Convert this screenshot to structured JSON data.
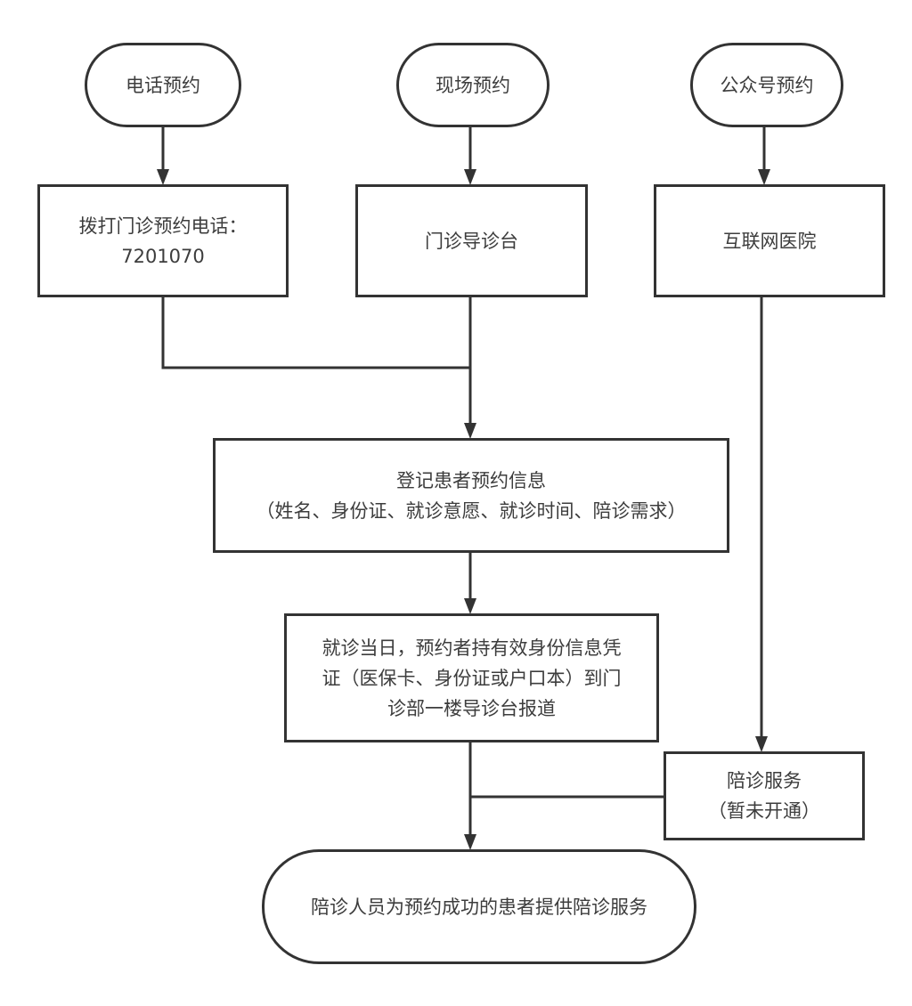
{
  "diagram": {
    "type": "flowchart",
    "nodes": {
      "phone_booking": {
        "label": "电话预约",
        "shape": "terminal"
      },
      "onsite_booking": {
        "label": "现场预约",
        "shape": "terminal"
      },
      "wechat_booking": {
        "label": "公众号预约",
        "shape": "terminal"
      },
      "dial_hotline": {
        "lines": [
          "拨打门诊预约电话：",
          "7201070"
        ],
        "shape": "process"
      },
      "guide_desk": {
        "label": "门诊导诊台",
        "shape": "process"
      },
      "internet_hospital": {
        "label": "互联网医院",
        "shape": "process"
      },
      "register_info": {
        "lines": [
          "登记患者预约信息",
          "（姓名、身份证、就诊意愿、就诊时间、陪诊需求）"
        ],
        "shape": "process"
      },
      "report_on_day": {
        "lines": [
          "就诊当日，预约者持有效身份信息凭",
          "证（医保卡、身份证或户口本）到门",
          "诊部一楼导诊台报道"
        ],
        "shape": "process"
      },
      "companion_service": {
        "lines": [
          "陪诊服务",
          "（暂未开通）"
        ],
        "shape": "process"
      },
      "provide_service": {
        "label": "陪诊人员为预约成功的患者提供陪诊服务",
        "shape": "terminal"
      }
    },
    "edges": [
      {
        "from": "phone_booking",
        "to": "dial_hotline"
      },
      {
        "from": "onsite_booking",
        "to": "guide_desk"
      },
      {
        "from": "wechat_booking",
        "to": "internet_hospital"
      },
      {
        "from": "dial_hotline",
        "to": "register_info"
      },
      {
        "from": "guide_desk",
        "to": "register_info"
      },
      {
        "from": "register_info",
        "to": "report_on_day"
      },
      {
        "from": "internet_hospital",
        "to": "companion_service"
      },
      {
        "from": "report_on_day",
        "to": "provide_service"
      },
      {
        "from": "companion_service",
        "to": "provide_service"
      }
    ],
    "colors": {
      "stroke": "#333333",
      "text": "#3d3d3d",
      "background": "#ffffff"
    }
  }
}
